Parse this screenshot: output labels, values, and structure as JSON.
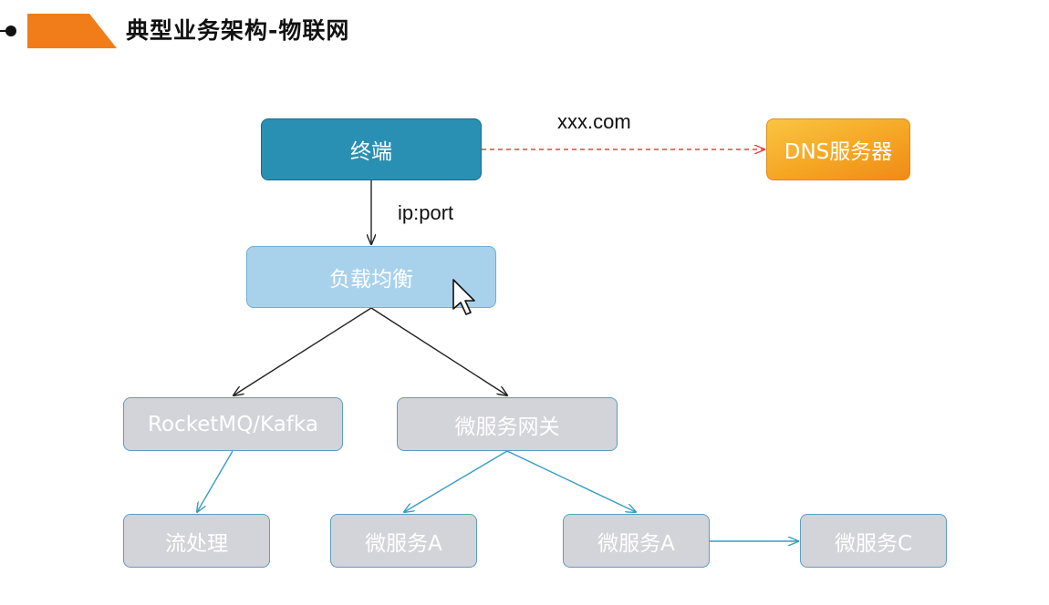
{
  "header": {
    "title": "典型业务架构-物联网",
    "accent_color": "#f07d1a"
  },
  "diagram": {
    "nodes": {
      "terminal": "终端",
      "dns_server": "DNS服务器",
      "load_balancer": "负载均衡",
      "mq": "RocketMQ/Kafka",
      "gateway": "微服务网关",
      "stream": "流处理",
      "service_a1": "微服务A",
      "service_a2": "微服务A",
      "service_c": "微服务C"
    },
    "edge_labels": {
      "dns_lookup": "xxx.com",
      "ip_port": "ip:port"
    },
    "edges": [
      {
        "from": "terminal",
        "to": "dns_server",
        "style": "dashed",
        "color": "#e8413c"
      },
      {
        "from": "terminal",
        "to": "load_balancer",
        "style": "solid",
        "color": "#222222"
      },
      {
        "from": "load_balancer",
        "to": "mq",
        "style": "solid",
        "color": "#222222"
      },
      {
        "from": "load_balancer",
        "to": "gateway",
        "style": "solid",
        "color": "#222222"
      },
      {
        "from": "mq",
        "to": "stream",
        "style": "solid",
        "color": "#3a9bc4"
      },
      {
        "from": "gateway",
        "to": "service_a1",
        "style": "solid",
        "color": "#3a9bc4"
      },
      {
        "from": "gateway",
        "to": "service_a2",
        "style": "solid",
        "color": "#3a9bc4"
      },
      {
        "from": "service_a2",
        "to": "service_c",
        "style": "solid",
        "color": "#3a9bc4"
      }
    ],
    "colors": {
      "terminal": "#2a90b3",
      "load_balancer": "#a8d1ec",
      "dns_server": "#f5a623",
      "service_box": "#d3d3da"
    }
  }
}
